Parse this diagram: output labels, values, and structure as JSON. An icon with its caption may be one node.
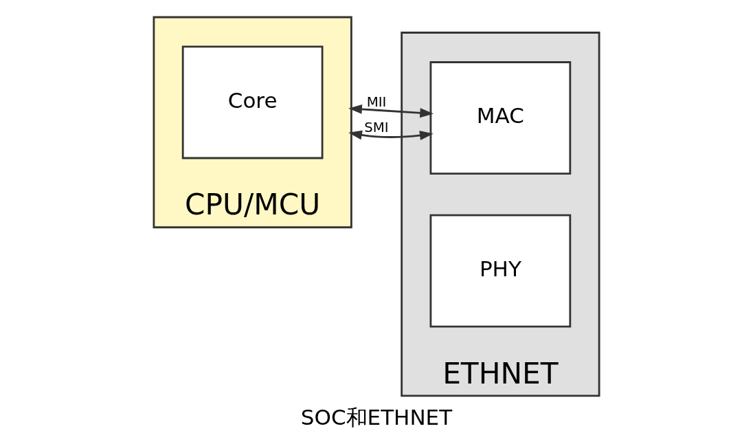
{
  "diagram": {
    "caption": "SOC和ETHNET",
    "nodes": [
      {
        "text": [
          "CPU/MCU"
        ]
      },
      {
        "text": [
          "Core"
        ],
        "in": 0
      },
      {
        "text": [
          "ETHNET"
        ]
      },
      {
        "text": [
          "MAC"
        ],
        "in": 2
      },
      {
        "text": [
          "PHY"
        ],
        "in": 2
      }
    ],
    "edges": [
      {
        "from": 0,
        "to": 3,
        "arrow": "both",
        "label": "MII"
      },
      {
        "from": 0,
        "to": 3,
        "arrow": "both",
        "label": "SMI"
      }
    ]
  }
}
